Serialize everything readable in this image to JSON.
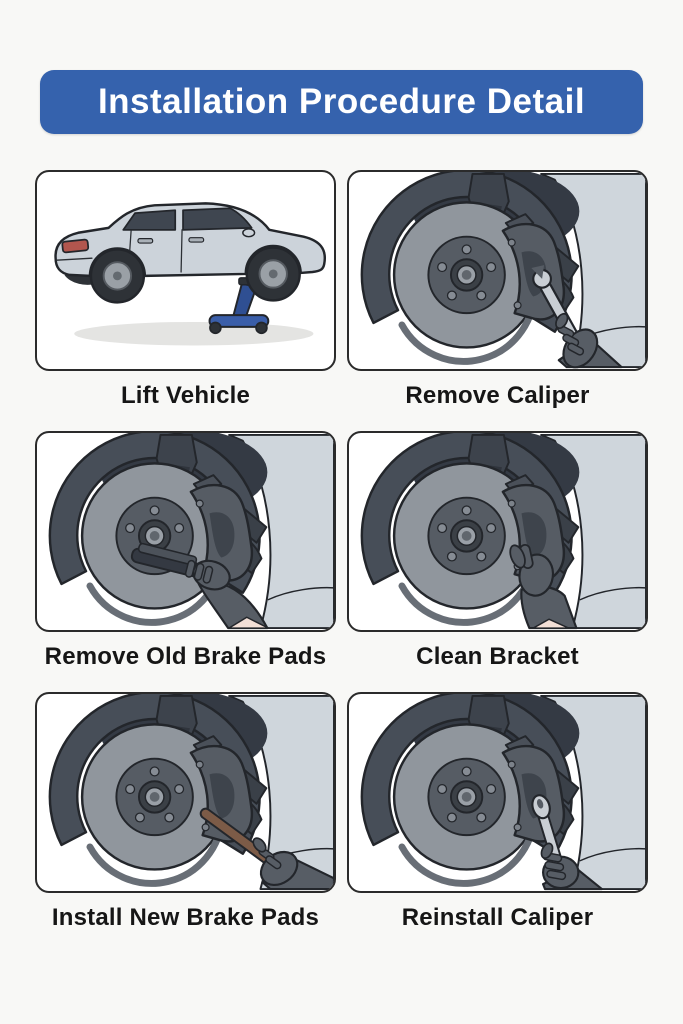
{
  "header": {
    "title": "Installation Procedure Detail"
  },
  "steps": [
    {
      "label": "Lift Vehicle",
      "illustration": "car-on-jack"
    },
    {
      "label": "Remove Caliper",
      "illustration": "brake-wrench-angled"
    },
    {
      "label": "Remove Old Brake Pads",
      "illustration": "brake-pad-pull"
    },
    {
      "label": "Clean Bracket",
      "illustration": "brake-hand-touch"
    },
    {
      "label": "Install New Brake Pads",
      "illustration": "brake-tool-brown"
    },
    {
      "label": "Reinstall Caliper",
      "illustration": "brake-wrench-vertical"
    }
  ],
  "colors": {
    "header_bg": "#3562ad",
    "header_text": "#ffffff",
    "page_bg": "#f8f8f6",
    "panel_border": "#2b2b2b",
    "panel_bg": "#ffffff",
    "label_text": "#161616",
    "car_body": "#ccd3da",
    "fender_dark": "#474e58",
    "rotor_gray": "#90969d",
    "caliper_gray": "#565c64",
    "glove_gray": "#575d65",
    "jack_blue": "#3a5ea9",
    "tail_light_red": "#b2564e",
    "wrench_silver": "#c9ced4",
    "tool_handle_brown": "#7c5b47",
    "skin": "#f2dfd6"
  }
}
